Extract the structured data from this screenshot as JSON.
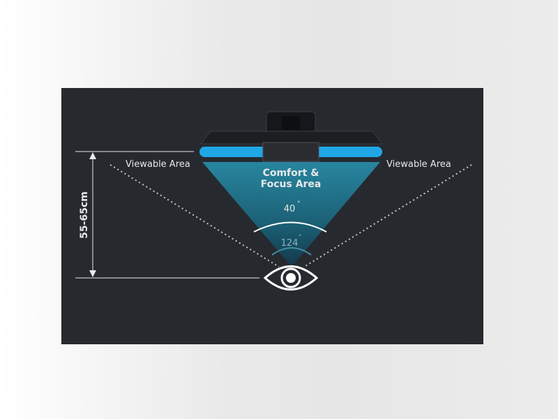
{
  "labels": {
    "viewable_left": "Viewable Area",
    "viewable_right": "Viewable Area",
    "comfort_line1": "Comfort &",
    "comfort_line2": "Focus Area",
    "distance": "55-65cm",
    "angle_inner": "40",
    "angle_outer": "124",
    "degree_symbol": "°"
  },
  "colors": {
    "panel": "#262a2f",
    "cone": "#1f6f86",
    "screen_glow": "#20a8e6",
    "text": "#e6e8ea"
  },
  "icons": [
    "eye-icon",
    "monitor-icon"
  ]
}
